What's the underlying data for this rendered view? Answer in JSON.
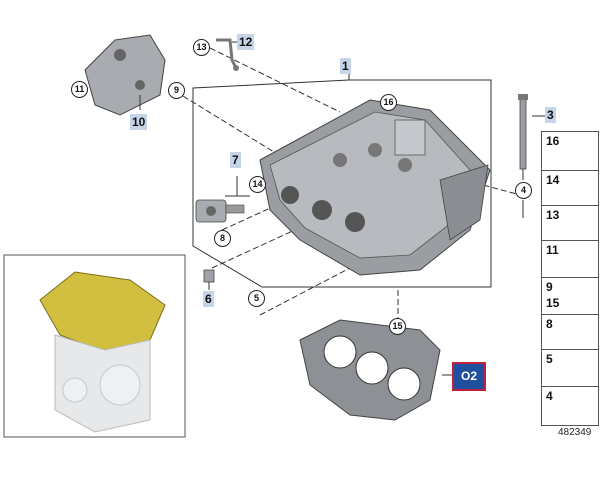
{
  "callouts": {
    "c1": "1",
    "c3": "3",
    "c4": "4",
    "c5": "5",
    "c6": "6",
    "c7": "7",
    "c8": "8",
    "c9": "9",
    "c10": "10",
    "c11": "11",
    "c12": "12",
    "c13": "13",
    "c14": "14",
    "c15": "15",
    "c16": "16"
  },
  "legend": [
    "16",
    "14",
    "13",
    "11",
    "9",
    "15",
    "8",
    "5",
    "4"
  ],
  "highlight": {
    "label": "O2",
    "fill": "#1f4f9e",
    "border": "#c0203a"
  },
  "reference": "482349",
  "colors": {
    "label_bg": "#c5d4e8",
    "line": "#333333",
    "engine_highlight": "#c9b63a"
  }
}
